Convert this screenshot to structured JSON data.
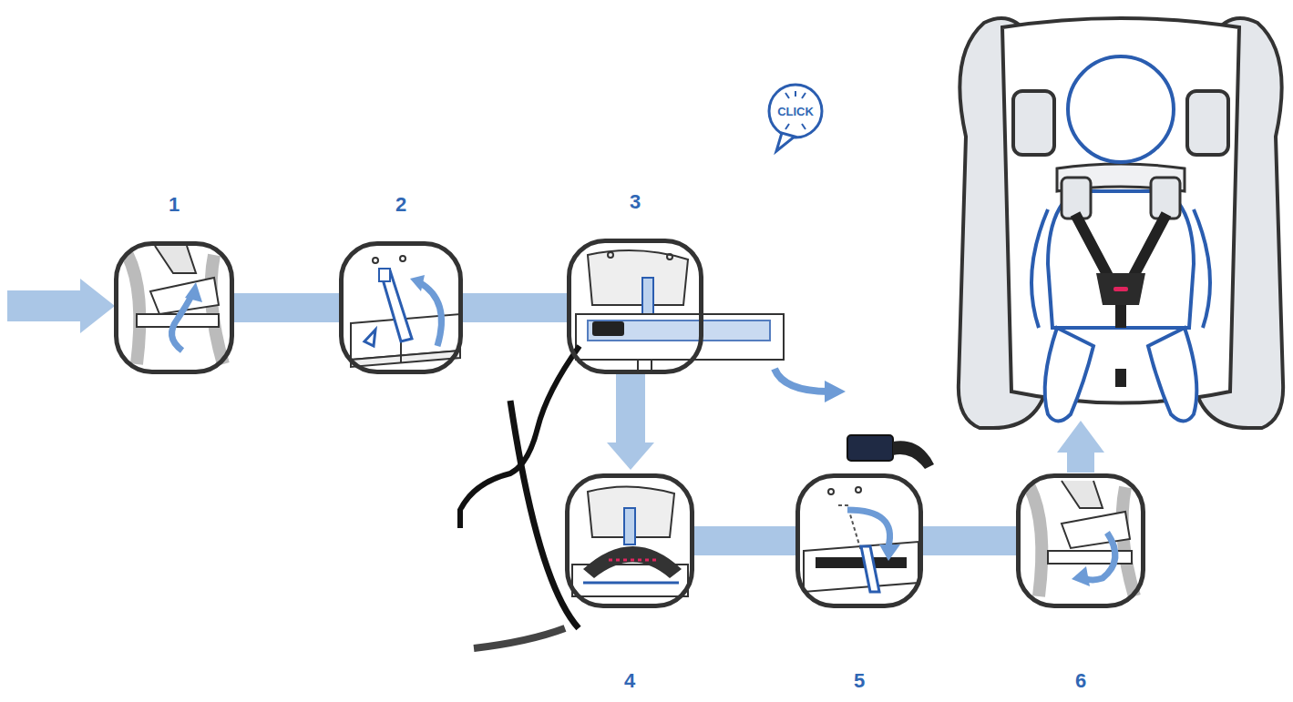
{
  "diagram": {
    "nodes": [
      {
        "text": [
          "1"
        ]
      },
      {
        "text": [
          "2"
        ]
      },
      {
        "text": [
          "3"
        ]
      },
      {
        "text": [
          "4"
        ]
      },
      {
        "text": [
          "5"
        ]
      },
      {
        "text": [
          "6"
        ]
      }
    ],
    "edges": [
      {
        "from": 0,
        "to": 1,
        "arrow": "none"
      },
      {
        "from": 1,
        "to": 2,
        "arrow": "none"
      },
      {
        "from": 2,
        "to": 3,
        "arrow": "to"
      },
      {
        "from": 3,
        "to": 4,
        "arrow": "none"
      },
      {
        "from": 4,
        "to": 5,
        "arrow": "none"
      }
    ],
    "labels": [
      "CLICK"
    ]
  }
}
